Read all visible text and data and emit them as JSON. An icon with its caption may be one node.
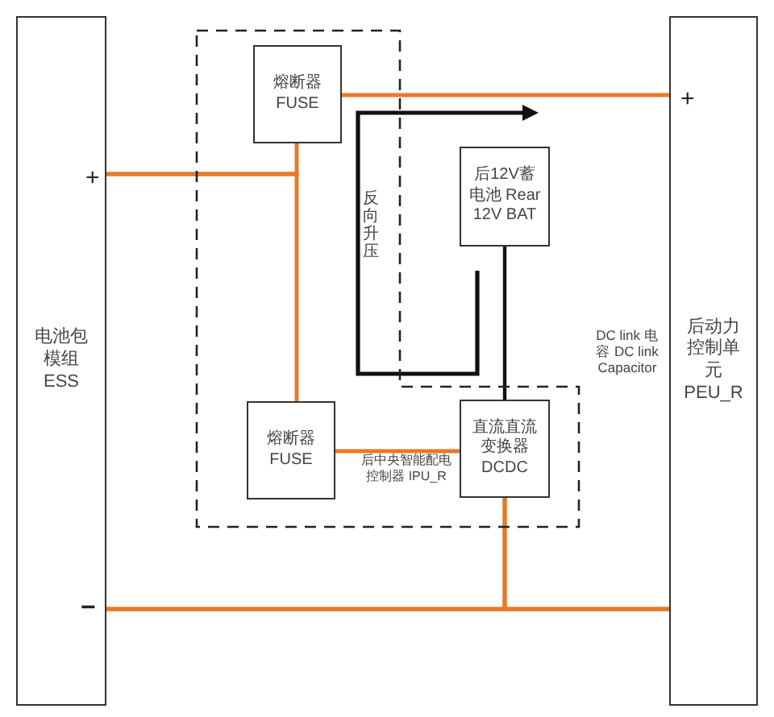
{
  "diagram": {
    "nodes": [
      {
        "text": [
          "电池包模组 ESS"
        ]
      },
      {
        "text": [
          "后中央智能配电控制器 IPU_R"
        ]
      },
      {
        "text": [
          "熔断器 FUSE"
        ],
        "in": 1
      },
      {
        "text": [
          "熔断器 FUSE"
        ],
        "in": 1
      },
      {
        "text": [
          "直流直流变换器 DCDC"
        ],
        "in": 1
      },
      {
        "text": [
          "后12V蓄电池 Rear 12V BAT"
        ]
      },
      {
        "text": [
          "后动力控制单元 PEU_R"
        ]
      }
    ],
    "edges": [
      {
        "from": 0,
        "to": 2,
        "arrow": "none"
      },
      {
        "from": 0,
        "to": 3,
        "arrow": "none"
      },
      {
        "from": 2,
        "to": 6,
        "arrow": "none"
      },
      {
        "from": 3,
        "to": 4,
        "arrow": "none"
      },
      {
        "from": 5,
        "to": 4,
        "arrow": "none",
        "color": "#111111"
      },
      {
        "from": 0,
        "to": 6,
        "arrow": "none"
      },
      {
        "from": 4,
        "to": 0,
        "arrow": "none"
      },
      {
        "from": 4,
        "to": 6,
        "arrow": "none"
      }
    ],
    "labels": [
      "+",
      "+",
      "反向升压",
      "DC link 电容 DC link Capacitor",
      "−"
    ]
  }
}
